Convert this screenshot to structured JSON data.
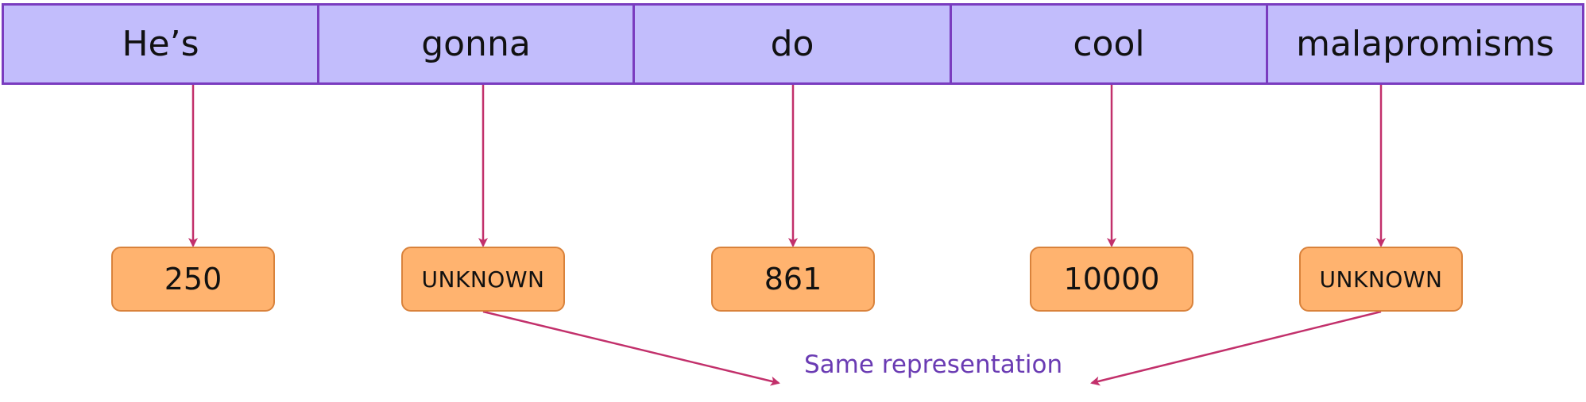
{
  "words": [
    "He’s",
    "gonna",
    "do",
    "cool",
    "malapromisms"
  ],
  "tokens": [
    "250",
    "UNKNOWN",
    "861",
    "10000",
    "UNKNOWN"
  ],
  "note": "Same representation",
  "colors": {
    "word_fill": "#c2bdfc",
    "word_border": "#7a3cbf",
    "token_fill": "#ffb36f",
    "token_border": "#d9823b",
    "arrow": "#c2306b",
    "note_text": "#6a3bb3"
  }
}
